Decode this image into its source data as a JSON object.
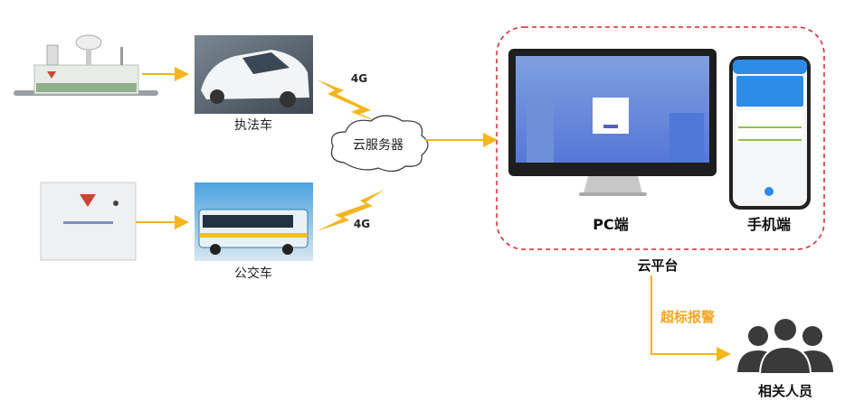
{
  "nodes": {
    "enforcement_car": "执法车",
    "bus": "公交车",
    "cloud_server": "云服务器",
    "signal_top": "4G",
    "signal_bottom": "4G",
    "pc": "PC端",
    "mobile": "手机端",
    "cloud_platform": "云平台",
    "alarm": "超标报警",
    "personnel": "相关人员"
  },
  "colors": {
    "arrow": "#f5b51c",
    "dashed_border": "#d9252b",
    "alarm_text": "#f5a623"
  }
}
